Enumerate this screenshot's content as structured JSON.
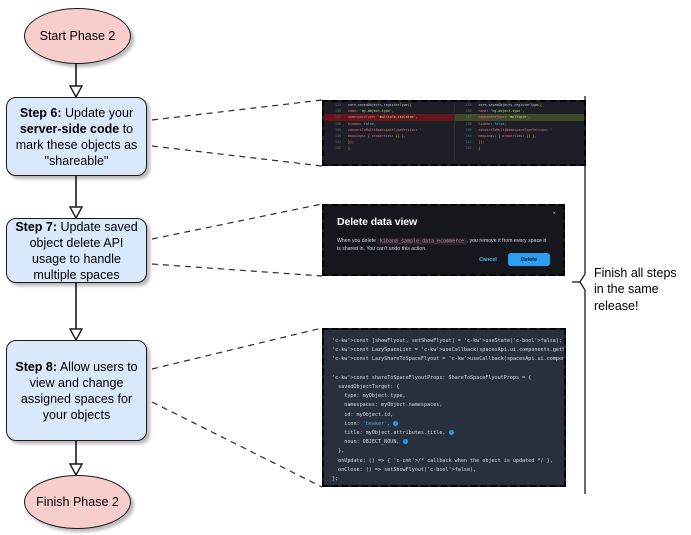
{
  "diagram": {
    "type": "flowchart",
    "start_node": {
      "label": "Start Phase 2"
    },
    "end_node": {
      "label": "Finish Phase 2"
    },
    "steps": [
      {
        "id": "step6",
        "prefix": "Step 6:",
        "text": " Update your ",
        "bold2": "server-side code",
        "text2": " to mark these objects as \"shareable\""
      },
      {
        "id": "step7",
        "prefix": "Step 7:",
        "text": " Update saved object delete API usage to handle multiple spaces"
      },
      {
        "id": "step8",
        "prefix": "Step 8:",
        "text": " Allow users to view and change assigned spaces for your objects"
      }
    ],
    "bracket_note": "Finish all steps\nin the same\nrelease!"
  },
  "screenshots": {
    "code_diff": {
      "name": "registerType-diff-screenshot",
      "left": {
        "lines": [
          {
            "n": "135",
            "code": "core.savedObjects.registerType({",
            "state": "normal"
          },
          {
            "n": "136",
            "code": "name: 'my-object-type',",
            "state": "normal"
          },
          {
            "n": "137",
            "code": "namespaceType: 'multiple-isolated',",
            "state": "removed"
          },
          {
            "n": "138",
            "code": "hidden: false,",
            "state": "normal"
          },
          {
            "n": "139",
            "code": "convertToMultiNamespaceTypeVersion: '",
            "state": "normal"
          },
          {
            "n": "140",
            "code": "mappings: { properties: {} },",
            "state": "normal"
          },
          {
            "n": "141",
            "code": "});",
            "state": "normal"
          },
          {
            "n": "142",
            "code": "}",
            "state": "normal"
          }
        ]
      },
      "right": {
        "lines": [
          {
            "n": "135",
            "code": "core.savedObjects.registerType({",
            "state": "normal"
          },
          {
            "n": "136",
            "code": "name: 'my-object-type',",
            "state": "normal"
          },
          {
            "n": "137",
            "code": "namespaceType: 'multiple',",
            "state": "added"
          },
          {
            "n": "138",
            "code": "hidden: false,",
            "state": "normal"
          },
          {
            "n": "139",
            "code": "convertToMultiNamespaceTypeVersion: '",
            "state": "normal"
          },
          {
            "n": "140",
            "code": "mappings: { properties: {} },",
            "state": "normal"
          },
          {
            "n": "141",
            "code": "});",
            "state": "normal"
          },
          {
            "n": "142",
            "code": "}",
            "state": "normal"
          }
        ]
      }
    },
    "delete_dialog": {
      "name": "delete-data-view-dialog-screenshot",
      "title": "Delete data view",
      "body_prefix": "When you delete ",
      "body_code": "kibana_sample_data_ecommerce",
      "body_suffix": ", you remove it from every space it is shared in. You can't undo this action.",
      "cancel_label": "Cancel",
      "delete_label": "Delete",
      "close_label": "×"
    },
    "flyout_code": {
      "name": "share-to-space-flyout-code-screenshot",
      "lines": [
        "const [showFlyout, setShowFlyout] = useState(false);",
        "const LazySpaceList = useCallback(spacesApi.ui.components.getSpaceLis",
        "const LazyShareToSpaceFlyout = useCallback(spacesApi.ui.components.ge",
        "",
        "const shareToSpaceFlyoutProps: ShareToSpaceFlyoutProps = {",
        "  savedObjectTarget: {",
        "    type: myObject.type,",
        "    namespaces: myObject.namespaces,",
        "    id: myObject.id,",
        "    icon: 'beaker',",
        "    title: myObject.attributes.title,",
        "    noun: OBJECT_NOUN,",
        "  },",
        "  onUpdate: () => { /* callback when the object is updated */ },",
        "  onClose: () => setShowFlyout(false),",
        "};"
      ]
    }
  },
  "colors": {
    "terminator_fill": "#f8cecc",
    "process_fill": "#dae8fc",
    "stroke": "#1a1a1a",
    "accent_blue": "#2a9df4",
    "diff_removed": "#64161b",
    "diff_added": "#3f4a28"
  }
}
